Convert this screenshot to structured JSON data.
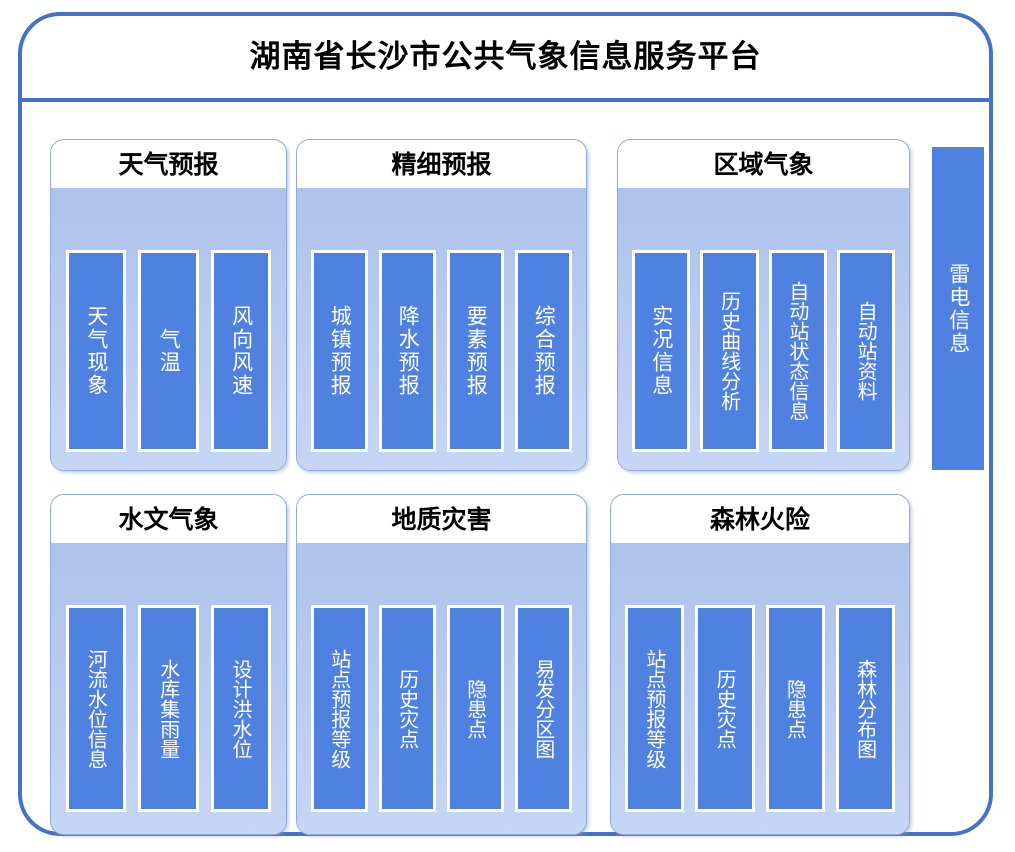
{
  "platform": {
    "title": "湖南省长沙市公共气象信息服务平台",
    "border_color": "#4472c4",
    "group_body_color": "#b8cbf0",
    "item_color": "#4f81e0",
    "item_text_color": "#ffffff"
  },
  "groups": [
    {
      "id": "weather-forecast",
      "title": "天气预报",
      "items": [
        {
          "label": "天气现象"
        },
        {
          "label": "气温"
        },
        {
          "label": "风向风速"
        }
      ]
    },
    {
      "id": "fine-forecast",
      "title": "精细预报",
      "items": [
        {
          "label": "城镇预报"
        },
        {
          "label": "降水预报"
        },
        {
          "label": "要素预报"
        },
        {
          "label": "综合预报"
        }
      ]
    },
    {
      "id": "regional-met",
      "title": "区域气象",
      "items": [
        {
          "label": "实况信息"
        },
        {
          "label": "历史曲线分析"
        },
        {
          "label": "自动站状态信息"
        },
        {
          "label": "自动站资料"
        }
      ]
    },
    {
      "id": "hydro-met",
      "title": "水文气象",
      "items": [
        {
          "label": "河流水位信息"
        },
        {
          "label": "水库集雨量"
        },
        {
          "label": "设计洪水位"
        }
      ]
    },
    {
      "id": "geo-disaster",
      "title": "地质灾害",
      "items": [
        {
          "label": "站点预报等级"
        },
        {
          "label": "历史灾点"
        },
        {
          "label": "隐患点"
        },
        {
          "label": "易发分区图"
        }
      ]
    },
    {
      "id": "forest-fire",
      "title": "森林火险",
      "items": [
        {
          "label": "站点预报等级"
        },
        {
          "label": "历史灾点"
        },
        {
          "label": "隐患点"
        },
        {
          "label": "森林分布图"
        }
      ]
    }
  ],
  "standalone": {
    "lightning": {
      "label": "雷电信息"
    }
  }
}
